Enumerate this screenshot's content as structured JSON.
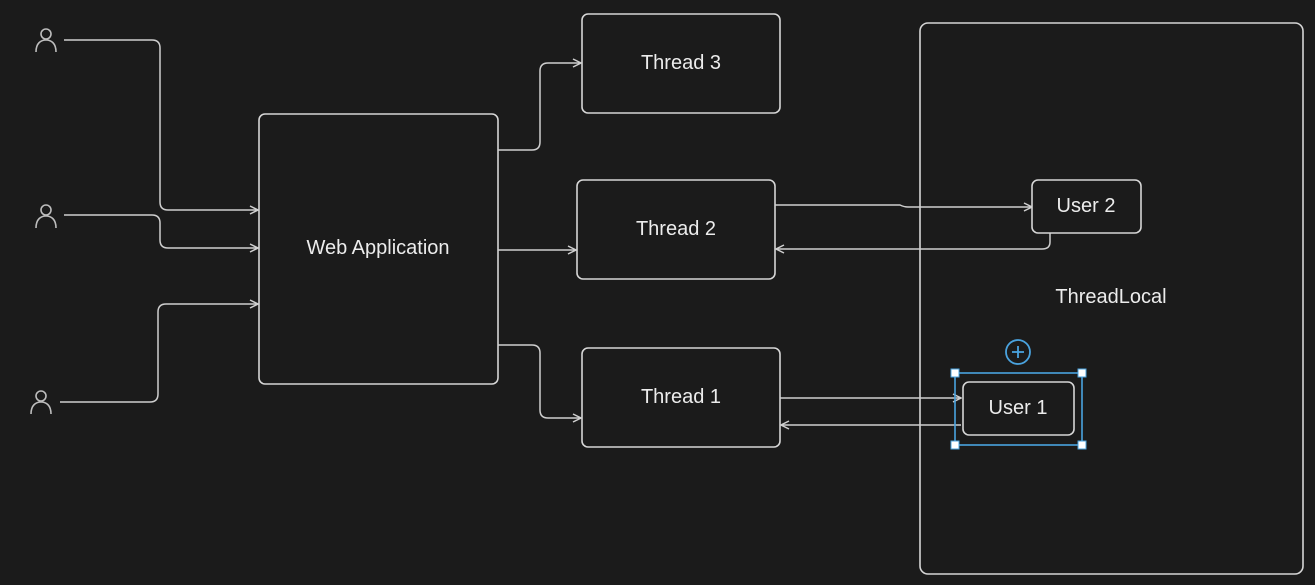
{
  "nodes": {
    "web_application": "Web Application",
    "thread_3": "Thread 3",
    "thread_2": "Thread 2",
    "thread_1": "Thread 1",
    "user_2": "User 2",
    "user_1": "User 1",
    "threadlocal": "ThreadLocal"
  },
  "icons": {
    "client": "user-icon",
    "add": "plus-circle-icon"
  },
  "colors": {
    "background": "#1b1b1b",
    "stroke": "#d6d6d6",
    "selection": "#4aa3df"
  }
}
